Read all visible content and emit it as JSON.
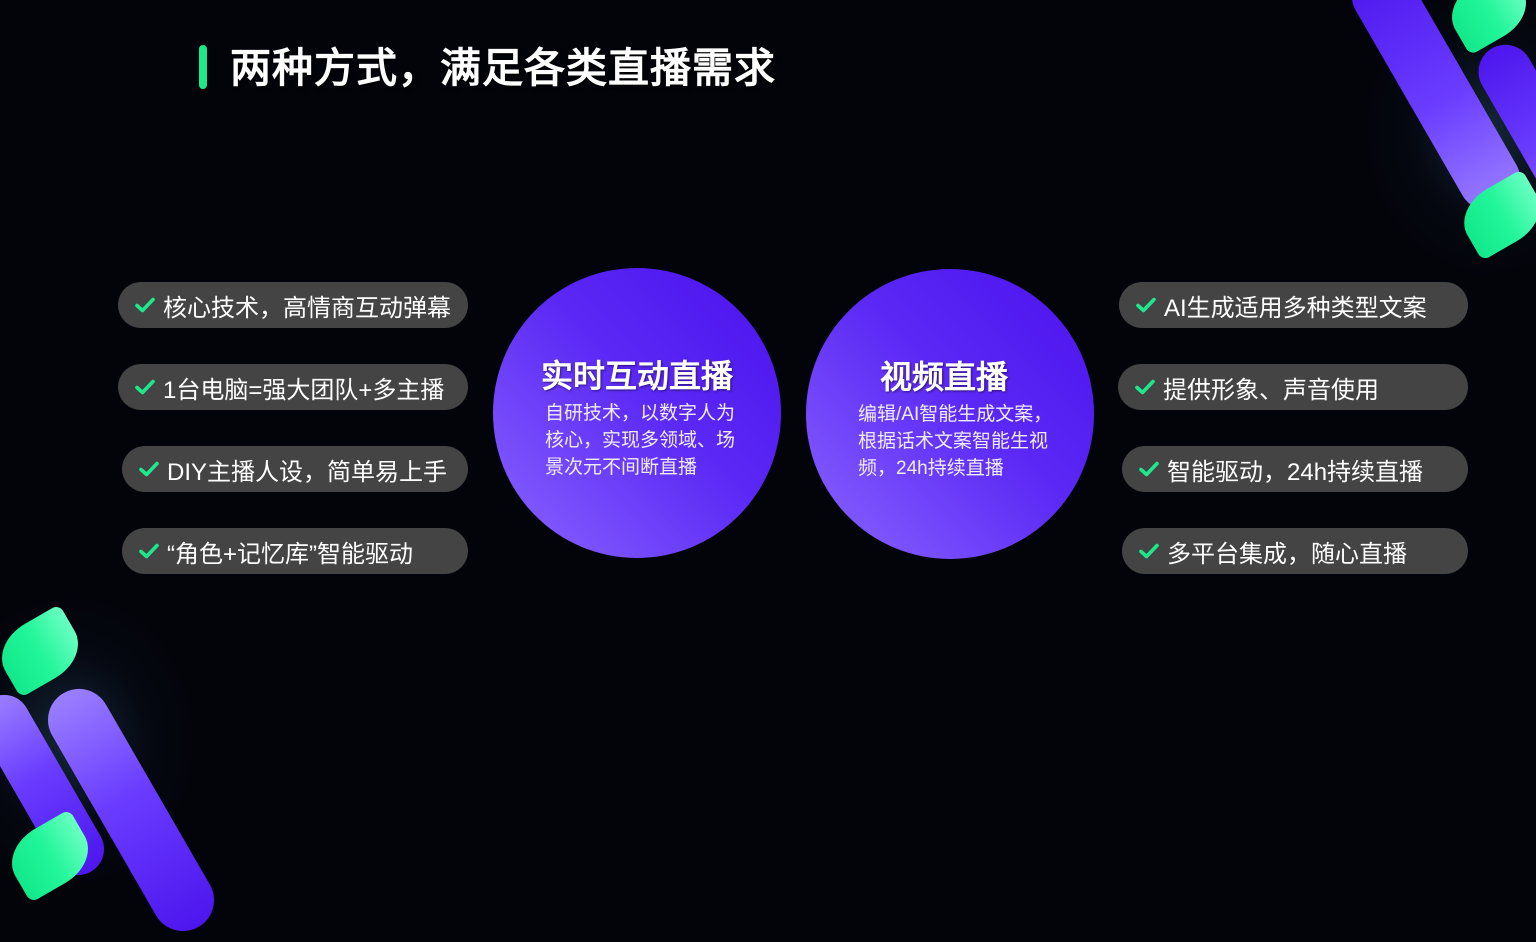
{
  "slide": {
    "title": "两种方式，满足各类直播需求",
    "accent_color": "#1ee88c",
    "pill_background": "#444444",
    "circle_gradient": [
      "#4a12ee",
      "#8a66ff"
    ]
  },
  "left_features": [
    {
      "icon": "check-icon",
      "label": "核心技术，高情商互动弹幕"
    },
    {
      "icon": "check-icon",
      "label": "1台电脑=强大团队+多主播"
    },
    {
      "icon": "check-icon",
      "label": "DIY主播人设，简单易上手"
    },
    {
      "icon": "check-icon",
      "label": "“角色+记忆库”智能驱动"
    }
  ],
  "modes": [
    {
      "title": "实时互动直播",
      "description": "自研技术，以数字人为核心，实现多领域、场景次元不间断直播"
    },
    {
      "title": "视频直播",
      "description": "编辑/AI智能生成文案，根据话术文案智能生视频，24h持续直播"
    }
  ],
  "right_features": [
    {
      "icon": "check-icon",
      "label": "AI生成适用多种类型文案"
    },
    {
      "icon": "check-icon",
      "label": "提供形象、声音使用"
    },
    {
      "icon": "check-icon",
      "label": "智能驱动，24h持续直播"
    },
    {
      "icon": "check-icon",
      "label": "多平台集成，随心直播"
    }
  ]
}
